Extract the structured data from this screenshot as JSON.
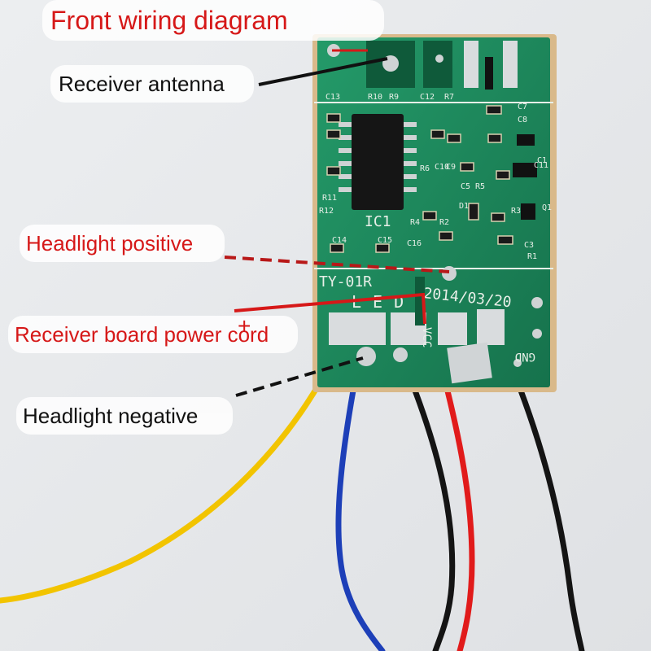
{
  "title": "Front wiring diagram",
  "labels": {
    "receiver_antenna": "Receiver antenna",
    "headlight_positive": "Headlight positive",
    "receiver_board_power_cord": "Receiver board power cord",
    "headlight_negative": "Headlight negative",
    "plus_sign": "+"
  },
  "board": {
    "model": "TY-01R",
    "date": "2014/03/20",
    "ic_label": "IC1",
    "vcc": "VCC",
    "gnd": "GND",
    "led": "LED",
    "components": [
      "C13",
      "R10",
      "R9",
      "C12",
      "R7",
      "C7",
      "C8",
      "C11",
      "R11",
      "R12",
      "C14",
      "C15",
      "C16",
      "R6",
      "C10",
      "C9",
      "R5",
      "C5",
      "D1",
      "R4",
      "R2",
      "R3",
      "C3",
      "R1",
      "C1",
      "Q1"
    ]
  },
  "colors": {
    "title_red": "#d61818",
    "label_black": "#111111",
    "pcb_green": "#1e8a5e",
    "wire_yellow": "#f2c400",
    "wire_blue": "#1d3fb8",
    "wire_black": "#141414",
    "wire_red": "#e11b1b"
  }
}
